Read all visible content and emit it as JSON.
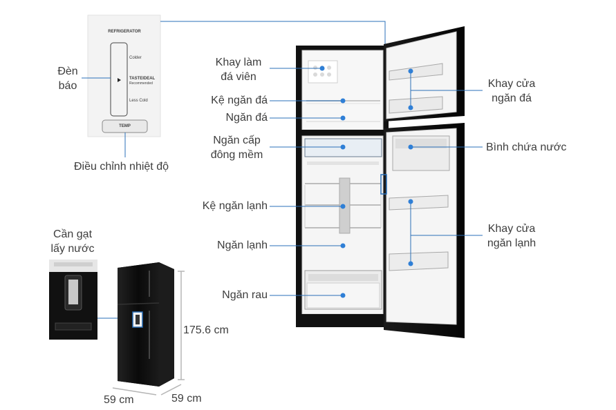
{
  "labels": {
    "khay_lam_da": [
      "Khay làm",
      "đá viên"
    ],
    "ke_ngan_da": "Kệ ngăn đá",
    "ngan_da": "Ngăn đá",
    "ngan_cap_dong": [
      "Ngăn cấp",
      "đông mềm"
    ],
    "ke_ngan_lanh": "Kệ ngăn lạnh",
    "ngan_lanh": "Ngăn lạnh",
    "ngan_rau": "Ngăn rau",
    "khay_cua_ngan_da": [
      "Khay cửa",
      "ngăn đá"
    ],
    "binh_chua_nuoc": "Bình chứa nước",
    "khay_cua_ngan_lanh": [
      "Khay cửa",
      "ngăn lạnh"
    ],
    "den_bao": [
      "Đèn",
      "báo"
    ],
    "dieu_chinh": "Điều chỉnh nhiệt độ",
    "can_gat": [
      "Cần gạt",
      "lấy nước"
    ]
  },
  "panel": {
    "title": "REFRIGERATOR",
    "colder": "Colder",
    "tasteideal": "TASTEIDEAL",
    "recommended": "Recommended",
    "less_cold": "Less Cold",
    "temp_button": "TEMP"
  },
  "dimensions": {
    "height": "175.6 cm",
    "width": "59 cm",
    "depth": "59 cm"
  },
  "colors": {
    "accent": "#2f7fd6",
    "line": "#2a6fb8",
    "fridge_body": "#0c0c0c",
    "panel_bg": "#f4f4f4"
  }
}
